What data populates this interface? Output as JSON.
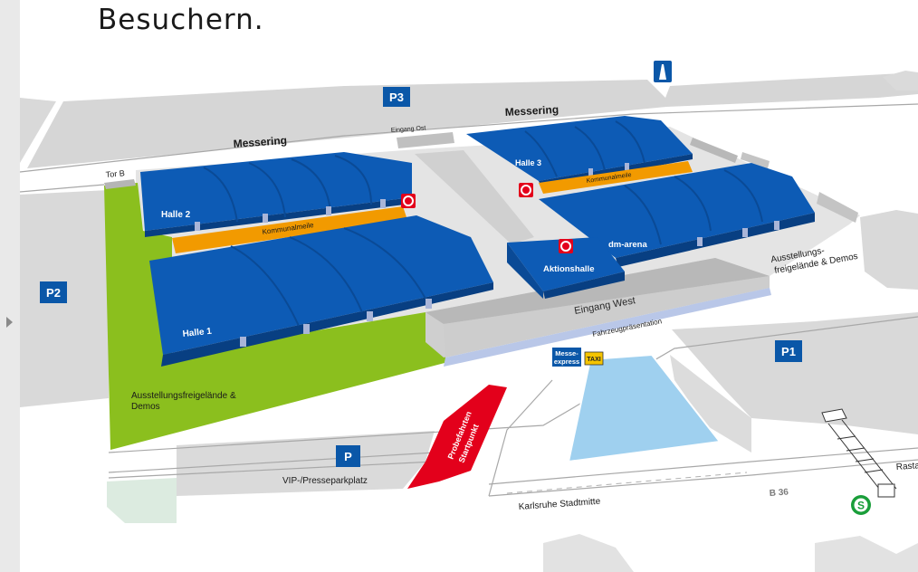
{
  "heading": "Besuchern.",
  "nav": {
    "prev_icon": "chevron-left-icon"
  },
  "colors": {
    "hall_blue": "#0d5bb5",
    "meadow_green": "#8bbf1e",
    "kommunalmeile_orange": "#f29a00",
    "parking_blue": "#0a57a8",
    "pond_blue": "#9fd0ef",
    "start_red": "#e3001b"
  },
  "map": {
    "roads": {
      "messering_1": "Messering",
      "messering_2": "Messering",
      "tor_b": "Tor B",
      "eingang_ost": "Eingang Ost",
      "eingang_west": "Eingang West",
      "fahrzeugpraesentation": "Fahrzeugpräsentation",
      "karlsruhe": "Karlsruhe Stadtmitte",
      "b36": "B 36",
      "rastatt": "Rastatt"
    },
    "halls": {
      "halle1": "Halle 1",
      "halle2": "Halle 2",
      "halle3": "Halle 3",
      "dm_arena": "dm-arena",
      "aktionshalle": "Aktionshalle"
    },
    "kommunalmeile_1": "Kommunalmeile",
    "kommunalmeile_2": "Kommunalmeile",
    "areas": {
      "freigelaende_west_1": "Ausstellungsfreigelände &",
      "freigelaende_west_2": "Demos",
      "freigelaende_ost_1": "Ausstellungs-",
      "freigelaende_ost_2": "freigelände & Demos"
    },
    "parking": {
      "p1": "P1",
      "p2": "P2",
      "p3": "P3",
      "p": "P",
      "vip": "VIP-/Presseparkplatz"
    },
    "probefahrten_1": "Probefahrten",
    "probefahrten_2": "Startpunkt",
    "messe_express_1": "Messe-",
    "messe_express_2": "express",
    "taxi": "TAXI",
    "sbahn": "S",
    "icons": [
      "motorway-icon",
      "info-point-icon",
      "sbahn-icon",
      "taxi-icon"
    ]
  }
}
